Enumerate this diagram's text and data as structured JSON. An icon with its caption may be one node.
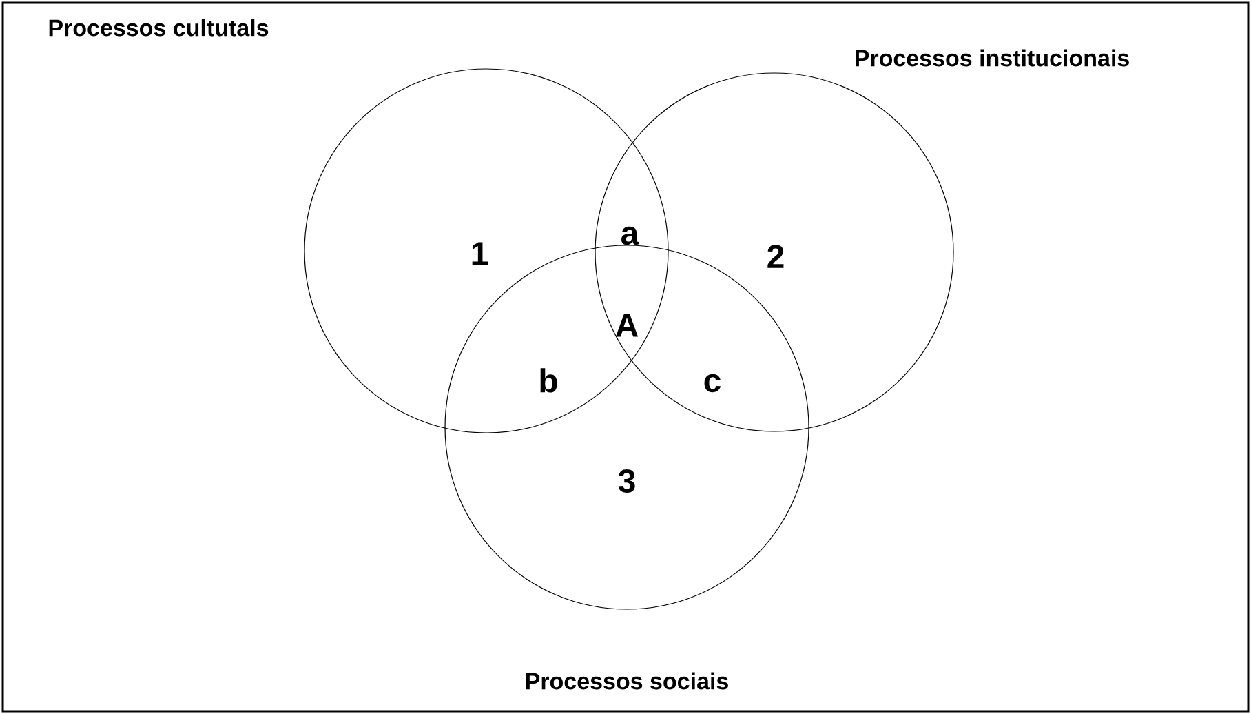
{
  "diagram": {
    "nodes": [
      {
        "text": [
          "Processos cultutals",
          "1"
        ]
      },
      {
        "text": [
          "Processos institucionais",
          "2"
        ]
      },
      {
        "text": [
          "3",
          "Processos sociais"
        ]
      }
    ],
    "labels": [
      "a",
      "A",
      "b",
      "c"
    ]
  }
}
